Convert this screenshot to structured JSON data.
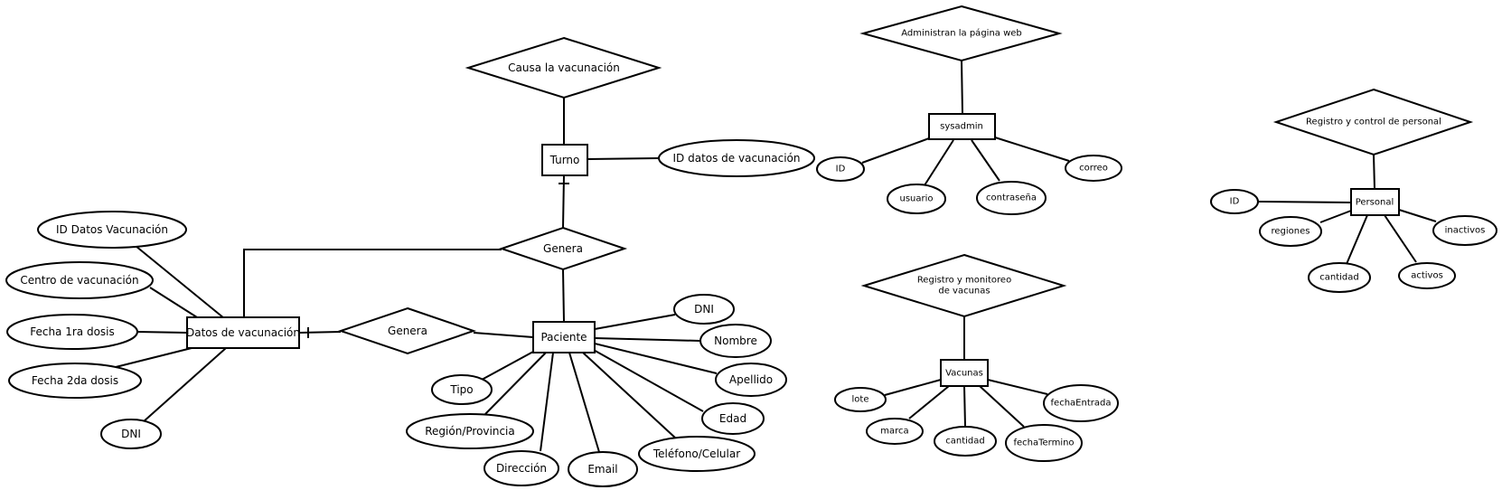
{
  "entities": {
    "turno": "Turno",
    "datos_vacunacion": "Datos de vacunación",
    "paciente": "Paciente",
    "sysadmin": "sysadmin",
    "vacunas": "Vacunas",
    "personal": "Personal"
  },
  "relationships": {
    "causa": "Causa la vacunación",
    "genera_top": "Genera",
    "genera_bottom": "Genera",
    "administran": "Administran la página web",
    "registro_vacunas": [
      "Registro y monitoreo",
      "de vacunas"
    ],
    "registro_personal": "Registro y control de personal"
  },
  "attributes": {
    "turno_id": "ID datos de vacunación",
    "datos": {
      "id": "ID Datos Vacunación",
      "centro": "Centro de vacunación",
      "fecha1": "Fecha 1ra dosis",
      "fecha2": "Fecha 2da dosis",
      "dni": "DNI"
    },
    "paciente": {
      "dni": "DNI",
      "nombre": "Nombre",
      "apellido": "Apellido",
      "edad": "Edad",
      "telefono": "Teléfono/Celular",
      "email": "Email",
      "direccion": "Dirección",
      "region": "Región/Provincia",
      "tipo": "Tipo"
    },
    "sysadmin": {
      "id": "ID",
      "usuario": "usuario",
      "contrasena": "contraseña",
      "correo": "correo"
    },
    "vacunas": {
      "lote": "lote",
      "marca": "marca",
      "cantidad": "cantidad",
      "fechaTermino": "fechaTermino",
      "fechaEntrada": "fechaEntrada"
    },
    "personal": {
      "id": "ID",
      "regiones": "regiones",
      "cantidad": "cantidad",
      "activos": "activos",
      "inactivos": "inactivos"
    }
  }
}
